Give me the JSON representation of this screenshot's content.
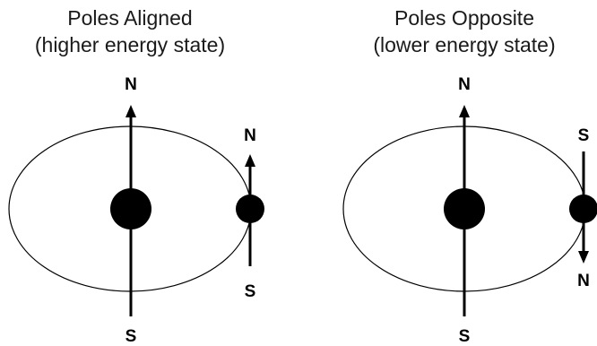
{
  "panels": [
    {
      "title": "Poles Aligned",
      "subtitle": "(higher energy state)",
      "central_axis": {
        "top_label": "N",
        "bottom_label": "S"
      },
      "orbiting_body": {
        "top_label": "N",
        "bottom_label": "S",
        "arrow_direction": "up"
      }
    },
    {
      "title": "Poles Opposite",
      "subtitle": "(lower energy state)",
      "central_axis": {
        "top_label": "N",
        "bottom_label": "S"
      },
      "orbiting_body": {
        "top_label": "S",
        "bottom_label": "N",
        "arrow_direction": "down"
      }
    }
  ],
  "colors": {
    "line": "#000000",
    "text": "#1a1a1a"
  }
}
